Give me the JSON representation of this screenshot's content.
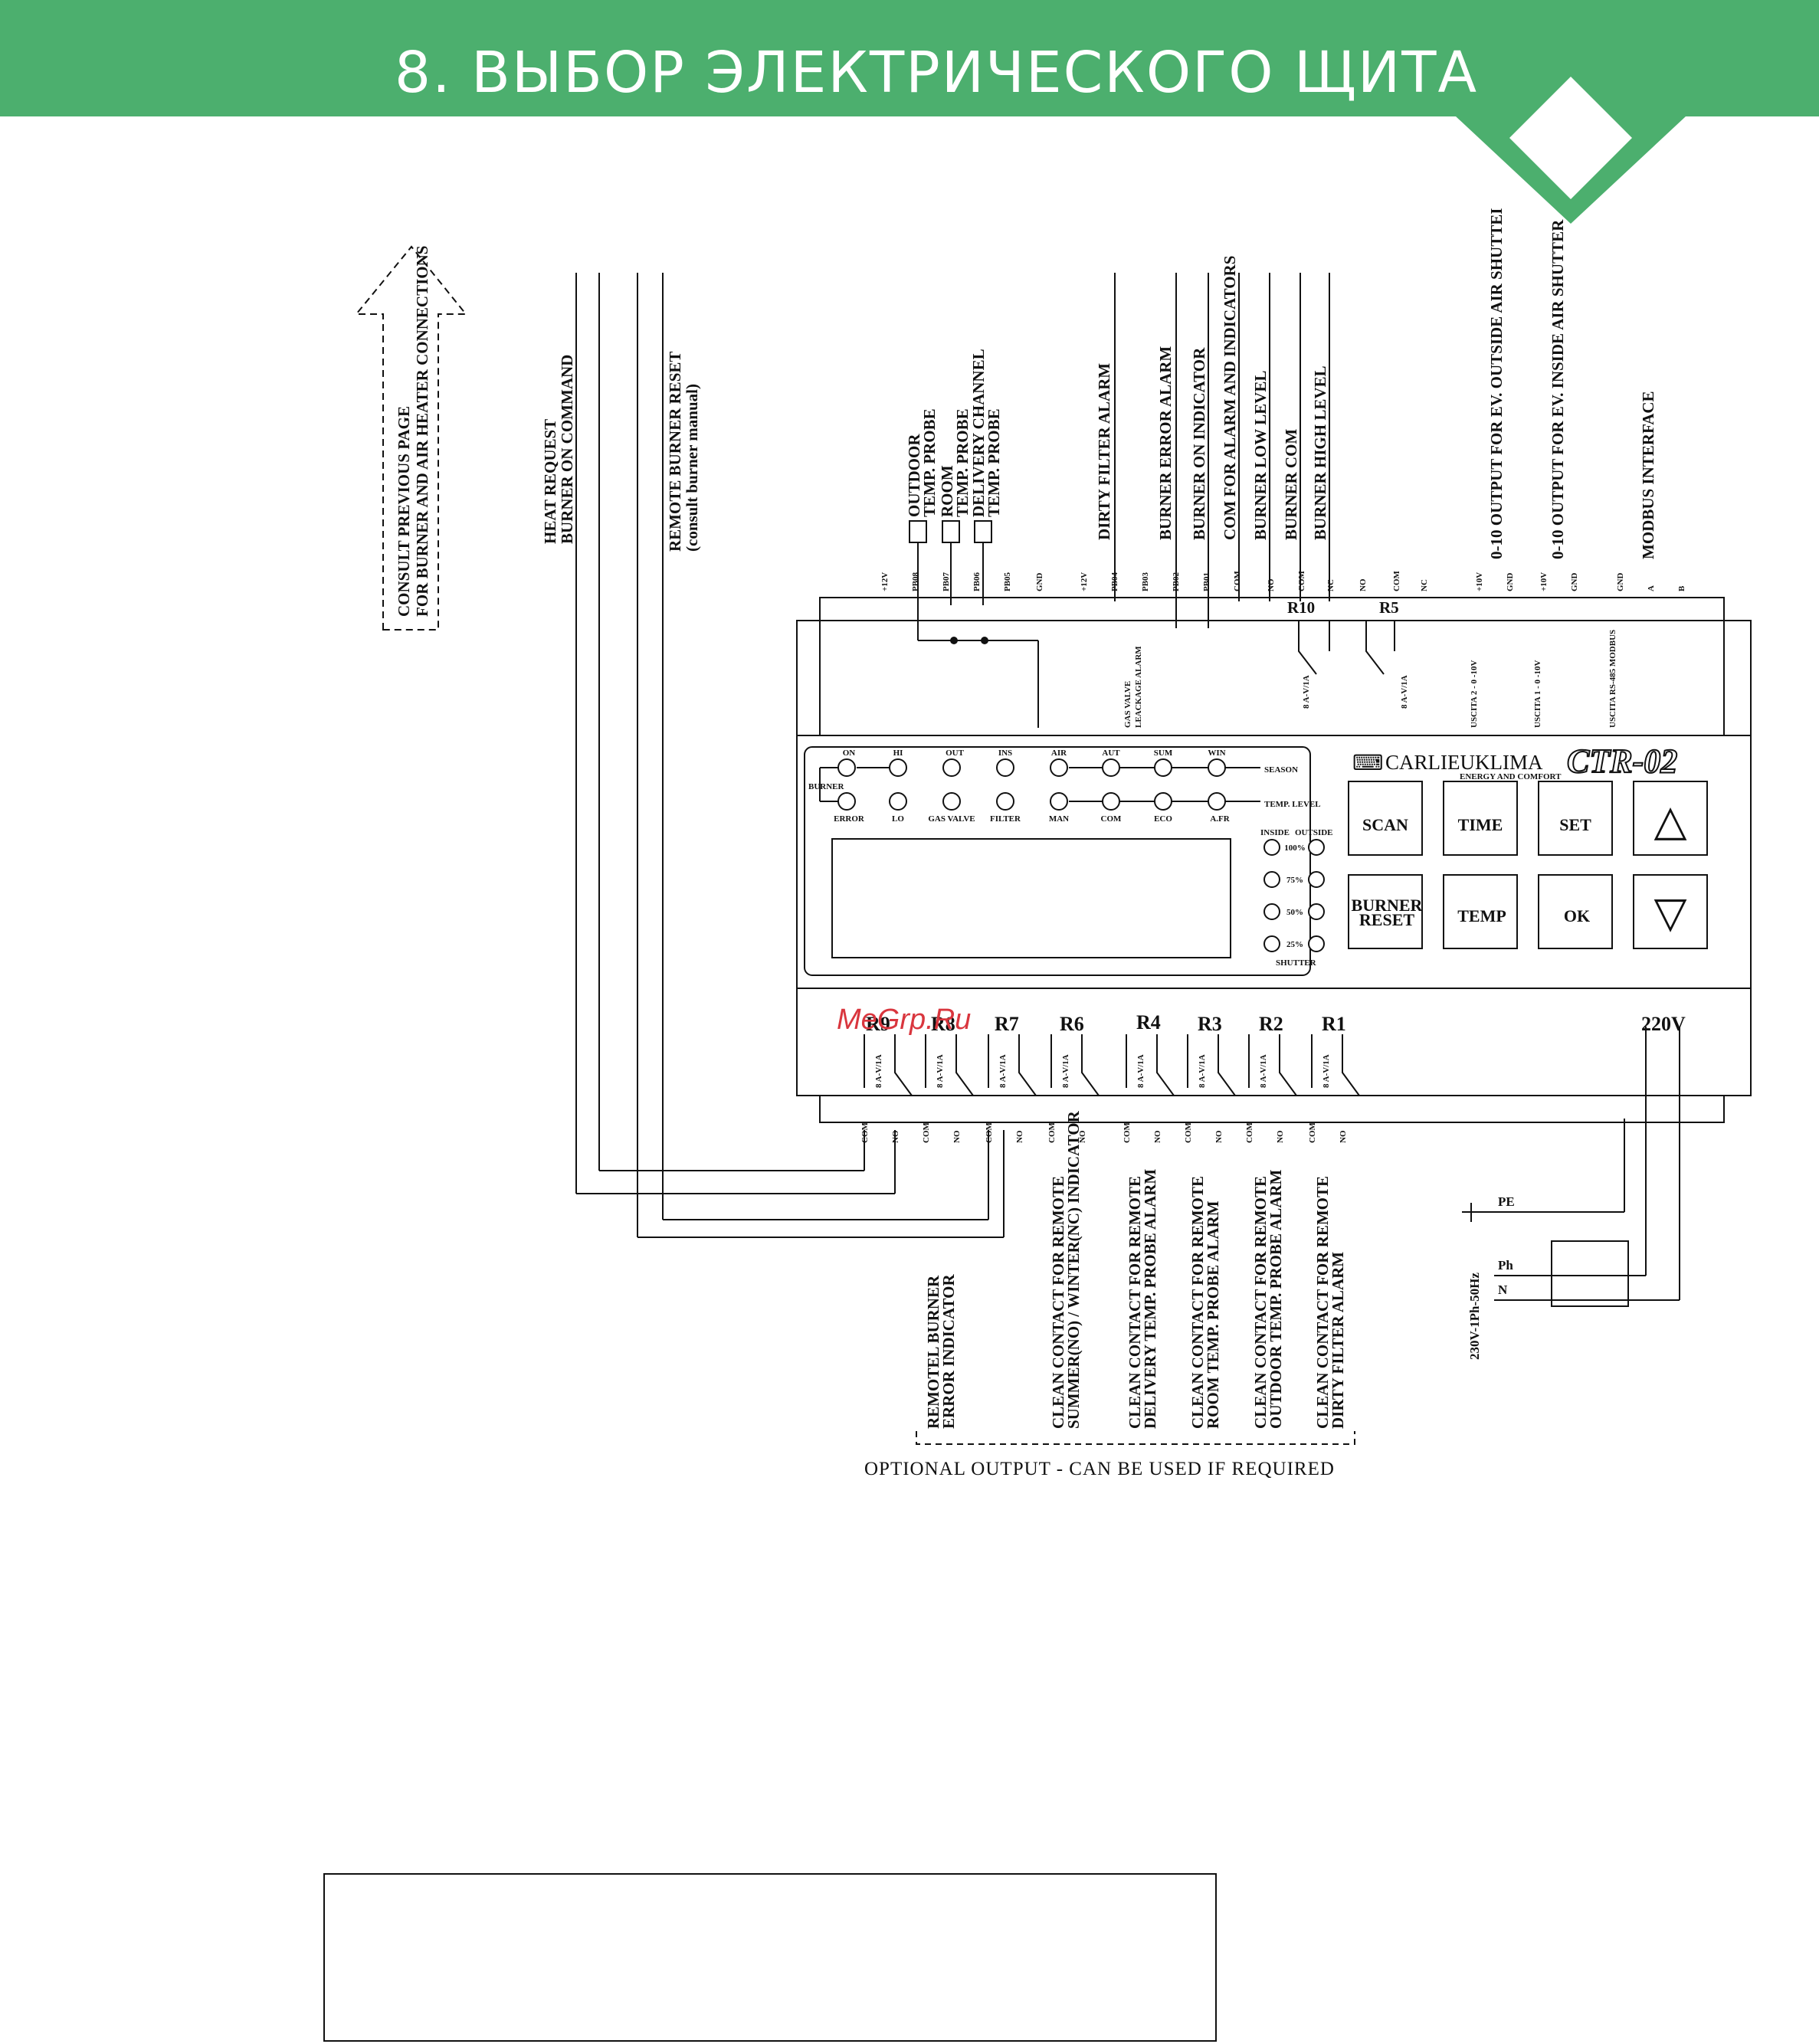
{
  "header": {
    "title": "8. ВЫБОР ЭЛЕКТРИЧЕСКОГО ЩИТА"
  },
  "colors": {
    "header": "#4caf6e",
    "diamond": "#ffffff",
    "line": "#111111",
    "watermark": "#d9363e"
  },
  "arrow_note": [
    "CONSULT PREVIOUS PAGE",
    "FOR BURNER AND AIR HEATER CONNECTIONS"
  ],
  "left_labels": {
    "heat": [
      "HEAT REQUEST",
      "BURNER ON COMMAND"
    ],
    "reset": [
      "REMOTE BURNER RESET",
      "(consult burner manual)"
    ]
  },
  "probes": {
    "outdoor": [
      "OUTDOOR",
      "TEMP. PROBE"
    ],
    "room": [
      "ROOM",
      "TEMP. PROBE"
    ],
    "delivery": [
      "DELIVERY CHANNEL",
      "TEMP. PROBE"
    ]
  },
  "top_labels": {
    "dirty": "DIRTY FILTER ALARM",
    "error": "BURNER ERROR ALARM",
    "on": "BURNER ON INDICATOR",
    "com": "COM FOR ALARM AND INDICATORS",
    "low": "BURNER LOW LEVEL",
    "bcom": "BURNER COM",
    "high": "BURNER HIGH LEVEL",
    "out2": "0-10 OUTPUT FOR EV. OUTSIDE AIR SHUTTEI",
    "out1": "0-10 OUTPUT FOR EV. INSIDE AIR SHUTTER",
    "modbus": "MODBUS INTERFACE"
  },
  "top_terminals": {
    "p12a": "+12V",
    "pb08": "PB08",
    "pb07": "PB07",
    "pb06": "PB06",
    "pb05": "PB05",
    "gnd1": "GND",
    "p12b": "+12V",
    "pb04": "PB04",
    "pb03": "PB03",
    "pb02": "PB02",
    "pb01": "PB01",
    "com": "COM",
    "no1": "NO",
    "com1": "COM",
    "nc1": "NC",
    "no2": "NO",
    "com2": "COM",
    "nc2": "NC",
    "p10a": "+10V",
    "gnd2": "GND",
    "p10b": "+10V",
    "gnd3": "GND",
    "gnd4": "GND",
    "a": "A",
    "b": "B"
  },
  "panel": {
    "r10": "R10",
    "r5": "R5",
    "relay_code": "8 A-V/1A",
    "gas_valve": [
      "GAS VALVE",
      "LEACKAGE ALARM"
    ],
    "uscita2": "USCITA 2 - 0 -10V",
    "uscita1": "USCITA 1 - 0 -10V",
    "rs485": "USCITA RS-485 MODBUS"
  },
  "front": {
    "brand": "CARLIEUKLIMA",
    "brand_sub": "ENERGY AND COMFORT",
    "model": "CTR-02",
    "burner": "BURNER",
    "season": "SEASON",
    "temp_level": "TEMP. LEVEL",
    "inside": "INSIDE",
    "outside": "OUTSIDE",
    "shutter": "SHUTTER",
    "led_top": [
      "ON",
      "HI",
      "OUT",
      "INS",
      "AIR",
      "AUT",
      "SUM",
      "WIN"
    ],
    "led_bottom": [
      "ERROR",
      "LO",
      "GAS VALVE",
      "FILTER",
      "MAN",
      "COM",
      "ECO",
      "A.FR"
    ],
    "pct": [
      "100%",
      "75%",
      "50%",
      "25%"
    ],
    "buttons": {
      "scan": "SCAN",
      "time": "TIME",
      "set": "SET",
      "burner1": "BURNER",
      "burner2": "RESET",
      "temp": "TEMP",
      "ok": "OK",
      "up": "△",
      "down": "▽"
    }
  },
  "bottom_relays": [
    "R9",
    "R8",
    "R7",
    "R6",
    "R4",
    "R3",
    "R2",
    "R1"
  ],
  "power": {
    "v": "220V",
    "pe": "PE",
    "ph": "Ph",
    "n": "N",
    "supply": "230V-1Ph-50Hz"
  },
  "bottom_terminals": {
    "com": "COM",
    "no": "NO"
  },
  "bottom_labels": {
    "remote1": [
      "REMOTEL BURNER",
      "ERROR INDICATOR"
    ],
    "r6": [
      "CLEAN CONTACT FOR REMOTE",
      "SUMMER(NO) / WINTER(NC) INDICATOR"
    ],
    "r4": [
      "CLEAN CONTACT FOR REMOTE",
      "DELIVERY TEMP. PROBE ALARM"
    ],
    "r3": [
      "CLEAN CONTACT FOR REMOTE",
      "ROOM TEMP. PROBE ALARM"
    ],
    "r2": [
      "CLEAN CONTACT FOR REMOTE",
      "OUTDOOR TEMP. PROBE ALARM"
    ],
    "r1": [
      "CLEAN CONTACT FOR REMOTE",
      "DIRTY FILTER ALARM"
    ]
  },
  "optional": "OPTIONAL OUTPUT - CAN BE USED IF REQUIRED",
  "watermark": "MeGrp.Ru"
}
